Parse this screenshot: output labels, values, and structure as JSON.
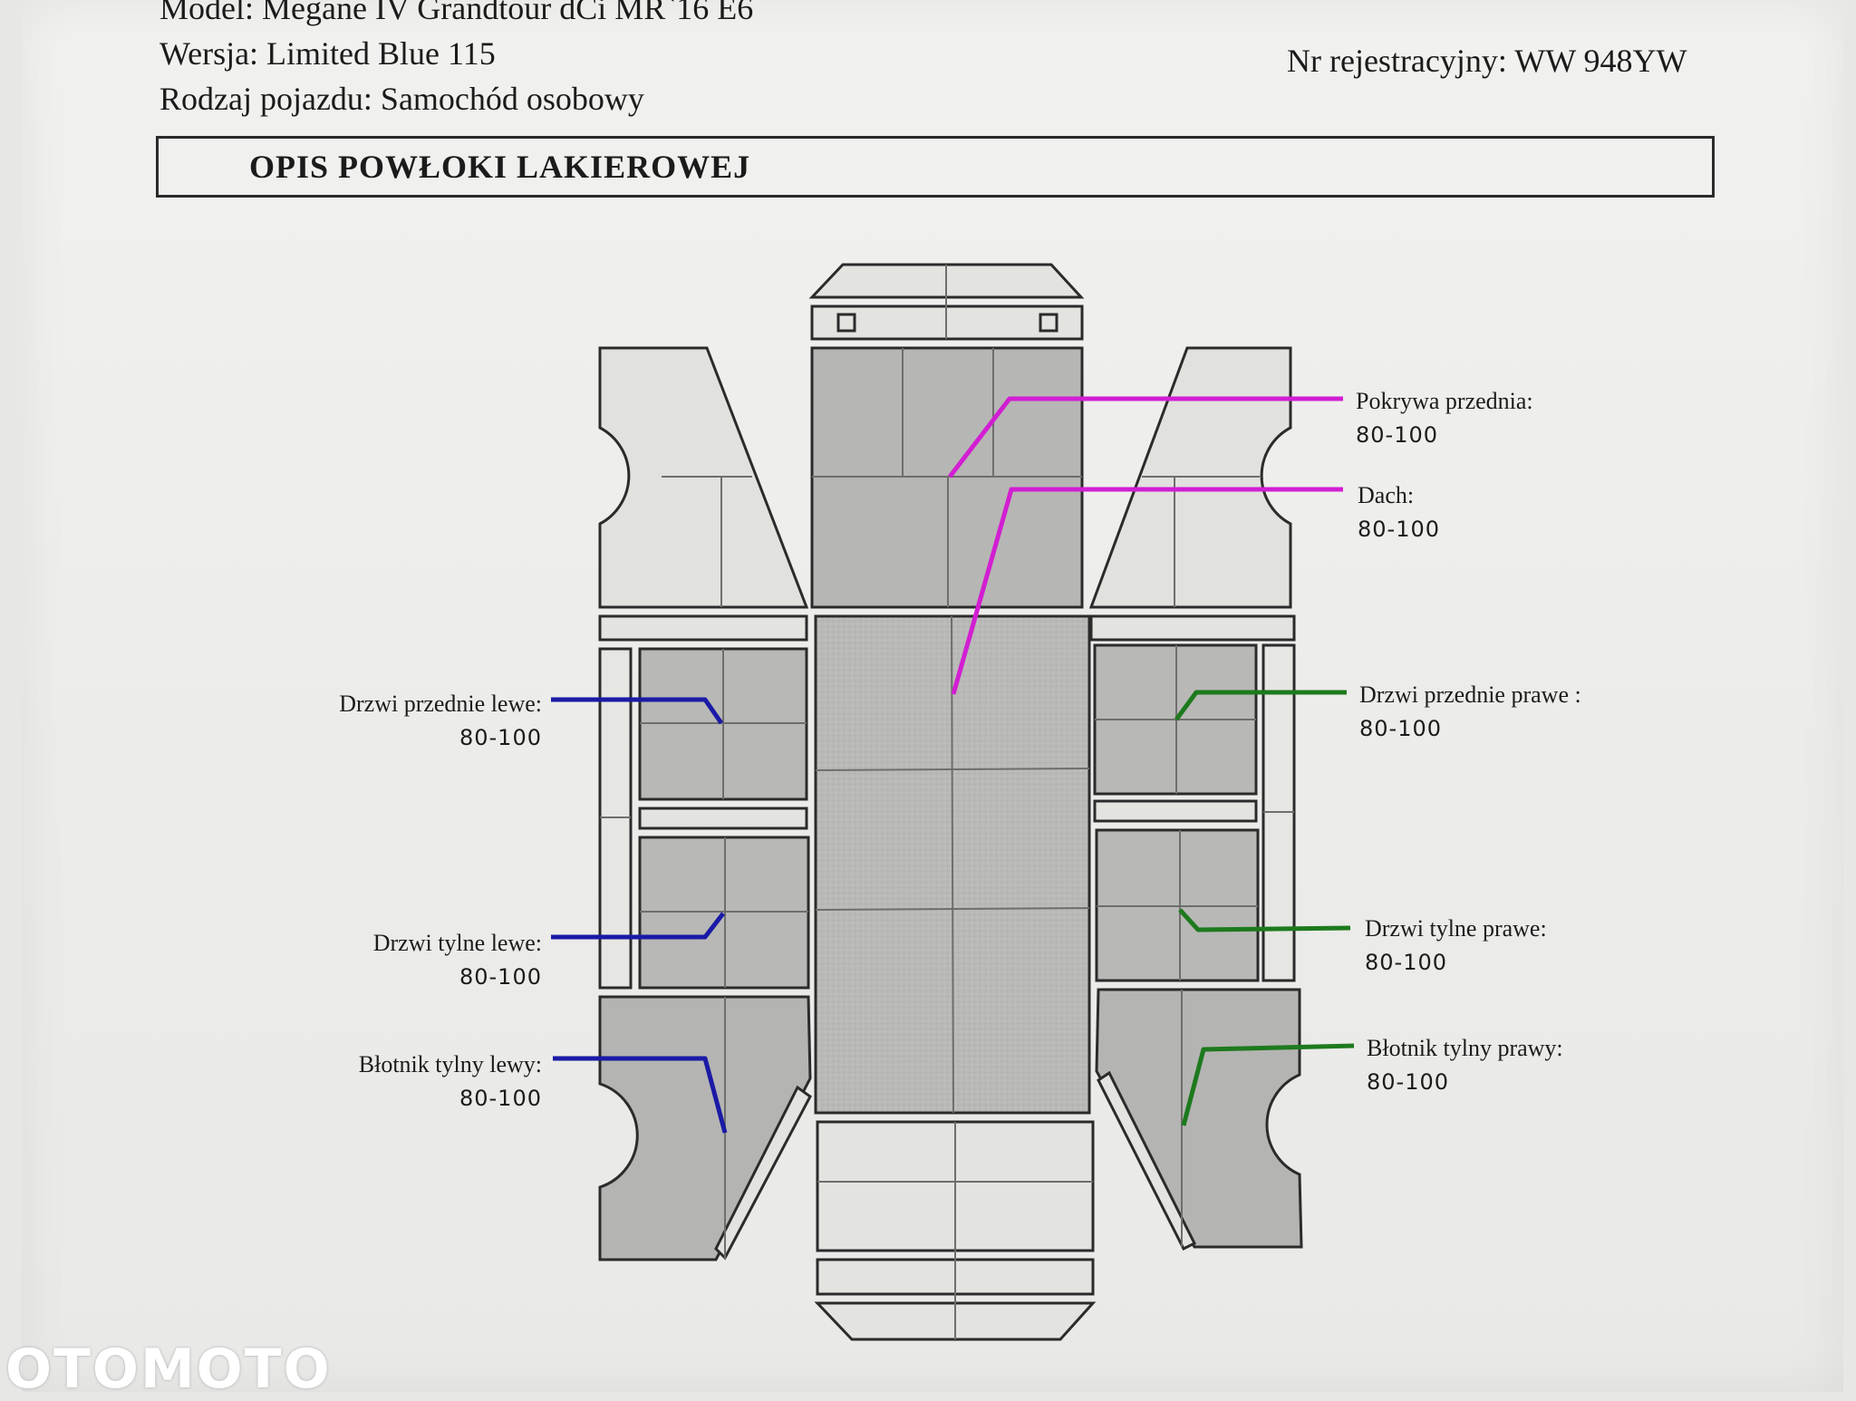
{
  "header": {
    "model": "Model: Megane IV Grandtour dCi MR`16 E6",
    "version": "Wersja:  Limited Blue 115",
    "vehicle_type": "Rodzaj pojazdu: Samochód osobowy",
    "registration": "Nr rejestracyjny: WW 948YW"
  },
  "section_title": "OPIS POWŁOKI LAKIEROWEJ",
  "callouts": {
    "hood": {
      "label": "Pokrywa przednia:",
      "value": "80-100"
    },
    "roof": {
      "label": "Dach:",
      "value": "80-100"
    },
    "front_left_door": {
      "label": "Drzwi przednie lewe:",
      "value": "80-100"
    },
    "front_right_door": {
      "label": "Drzwi przednie prawe :",
      "value": "80-100"
    },
    "rear_left_door": {
      "label": "Drzwi tylne lewe:",
      "value": "80-100"
    },
    "rear_right_door": {
      "label": "Drzwi tylne prawe:",
      "value": "80-100"
    },
    "rear_left_fender": {
      "label": "Błotnik tylny lewy:",
      "value": "80-100"
    },
    "rear_right_fender": {
      "label": "Błotnik tylny prawy:",
      "value": "80-100"
    }
  },
  "colors": {
    "magenta": "#d21ed2",
    "blue": "#1a1aa6",
    "green": "#1d7a1d",
    "panel_dark": "#b4b4b2",
    "panel_light": "#e2e2df"
  },
  "watermark": "OTOMOTO"
}
